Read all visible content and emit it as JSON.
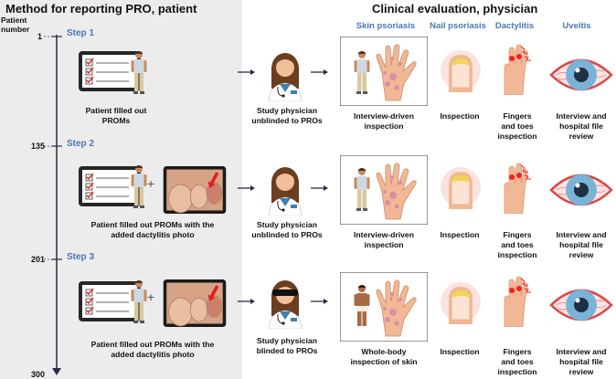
{
  "left_title": "Method for reporting PRO, patient",
  "right_title": "Clinical evaluation, physician",
  "axis": {
    "title_line1": "Patient",
    "title_line2": "number",
    "ticks": [
      "1",
      "135",
      "201",
      "300"
    ]
  },
  "columns": [
    "Skin psoriasis",
    "Nail psoriasis",
    "Dactylitis",
    "Uveitis"
  ],
  "rows": [
    {
      "step": "Step 1",
      "patient_label": [
        "Patient filled out",
        "PROMs"
      ],
      "physician_label": [
        "Study physician",
        "unblinded to PROs"
      ],
      "skin_label": [
        "Interview-driven",
        "inspection"
      ],
      "nail_label": [
        "Inspection"
      ],
      "dactylitis_label": [
        "Fingers",
        "and toes",
        "inspection"
      ],
      "uveitis_label": [
        "Interview and",
        "hospital file",
        "review"
      ]
    },
    {
      "step": "Step 2",
      "patient_label": [
        "Patient filled out PROMs with the",
        "added dactylitis photo"
      ],
      "physician_label": [
        "Study physician",
        "unblinded to PROs"
      ],
      "skin_label": [
        "Interview-driven",
        "inspection"
      ],
      "nail_label": [
        "Inspection"
      ],
      "dactylitis_label": [
        "Fingers",
        "and toes",
        "inspection"
      ],
      "uveitis_label": [
        "Interview and",
        "hospital file",
        "review"
      ]
    },
    {
      "step": "Step 3",
      "patient_label": [
        "Patient filled out PROMs with the",
        "added dactylitis photo"
      ],
      "physician_label": [
        "Study physician",
        "blinded to PROs"
      ],
      "skin_label": [
        "Whole-body",
        "inspection of skin"
      ],
      "nail_label": [
        "Inspection"
      ],
      "dactylitis_label": [
        "Fingers",
        "and toes",
        "inspection"
      ],
      "uveitis_label": [
        "Interview and",
        "hospital file",
        "review"
      ]
    }
  ],
  "colors": {
    "accent": "#4a78b0",
    "left_bg": "#ececec",
    "axis": "#2a2a4a",
    "skin": "#f2b896",
    "eye_red": "#d94848"
  }
}
